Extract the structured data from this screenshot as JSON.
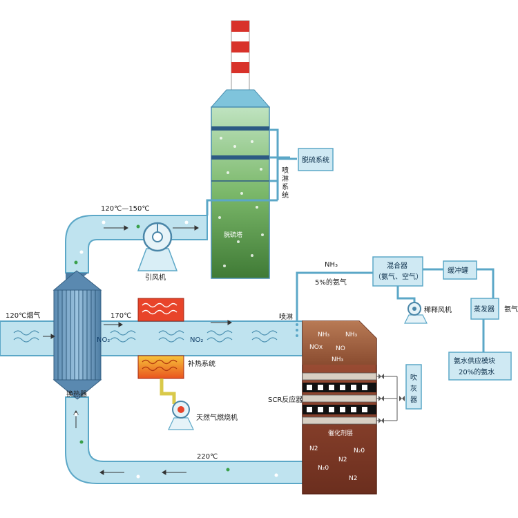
{
  "labels": {
    "flue_gas_in": "120℃烟气",
    "temp_top": "120℃—150℃",
    "temp_170": "170℃",
    "temp_220": "220℃",
    "induced_fan": "引风机",
    "desulf_tower": "脱硫塔",
    "desulf_system": "脱硫系统",
    "spray_system": "喷淋系统",
    "heat_exchanger": "换热器",
    "supp_heat": "补热系统",
    "gas_burner": "天然气燃烧机",
    "scr_reactor": "SCR反应器",
    "nh3": "NH₃",
    "ammonia_5pct": "5%的氨气",
    "spray": "喷淋",
    "mixer_line1": "混合器",
    "mixer_line2": "（氨气、空气）",
    "buffer_tank": "缓冲罐",
    "dilution_fan": "稀释风机",
    "evaporator": "蒸发器",
    "ammonia_gas": "氨气",
    "supply_line1": "氨水供应模块",
    "supply_line2": "20%的氨水",
    "soot_blower": "吹灰器",
    "catalyst": "催化剂层",
    "no2_a": "NO₂",
    "no2_b": "NO₂",
    "nh3_a": "NH₃",
    "nh3_b": "NH₃",
    "nh3_c": "NH₃",
    "nox": "NOx",
    "no": "NO",
    "n2_a": "N2",
    "n2_b": "N2",
    "n2_c": "N2",
    "n2o": "N₂0",
    "n2o_b": "N₂0"
  },
  "colors": {
    "pipe_fill": "#bfe3ef",
    "pipe_stroke": "#5ba7c7",
    "tower_green": "#5e9e4e",
    "reactor_brown": "#8b4a32",
    "heater_red": "#e8442a",
    "heater_orange": "#f39a2a",
    "box_fill": "#cfe9f3"
  }
}
